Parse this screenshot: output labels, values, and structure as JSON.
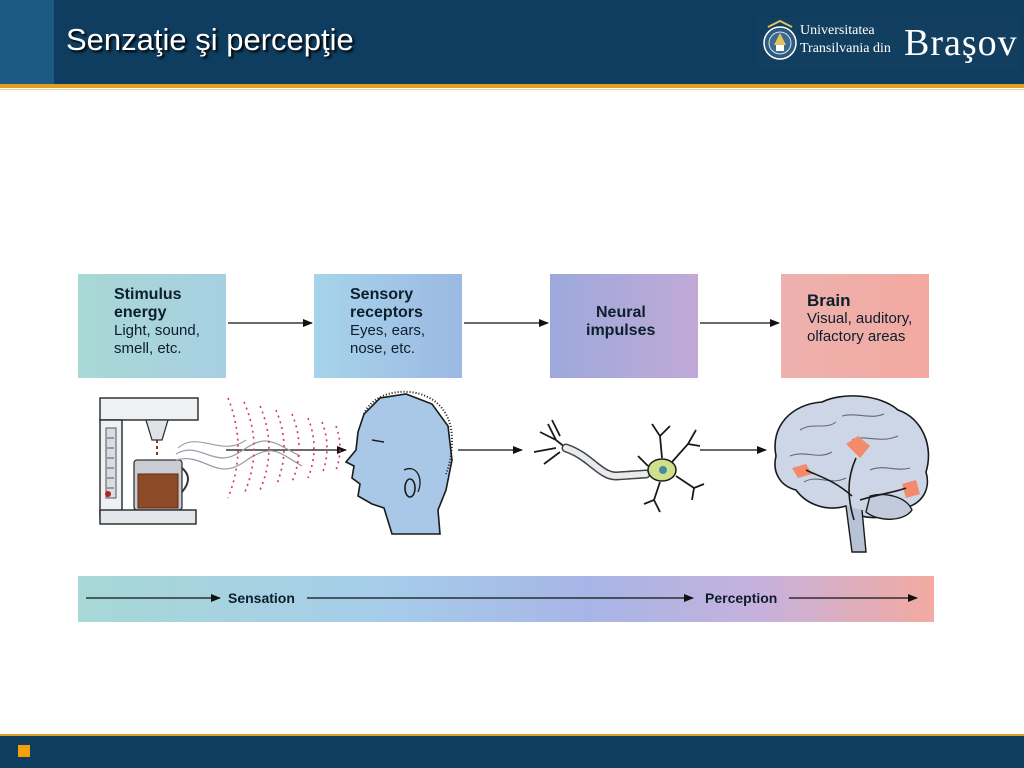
{
  "header": {
    "title": "Senzaţie şi percepţie",
    "logo": {
      "line1": "Universitatea",
      "line2": "Transilvania din",
      "city": "Braşov"
    }
  },
  "diagram": {
    "boxes": [
      {
        "title_lines": [
          "Stimulus",
          "energy"
        ],
        "detail_lines": [
          "Light, sound,",
          "smell, etc."
        ]
      },
      {
        "title_lines": [
          "Sensory",
          "receptors"
        ],
        "detail_lines": [
          "Eyes, ears,",
          "nose, etc."
        ]
      },
      {
        "title_lines": [
          "Neural",
          "impulses"
        ],
        "detail_lines": []
      },
      {
        "title_lines": [
          "Brain"
        ],
        "detail_lines": [
          "Visual, auditory,",
          "olfactory areas"
        ]
      }
    ],
    "process": {
      "sensation": "Sensation",
      "perception": "Perception"
    },
    "illustrations": [
      "coffee-maker",
      "human-head",
      "neuron",
      "brain"
    ]
  },
  "colors": {
    "header_bg": "#0e3d5f",
    "accent": "#e39c24",
    "footer_square": "#f2a10a",
    "stimulus_waves": "#d9365c",
    "receptor_highlight": "#f48a6a"
  }
}
